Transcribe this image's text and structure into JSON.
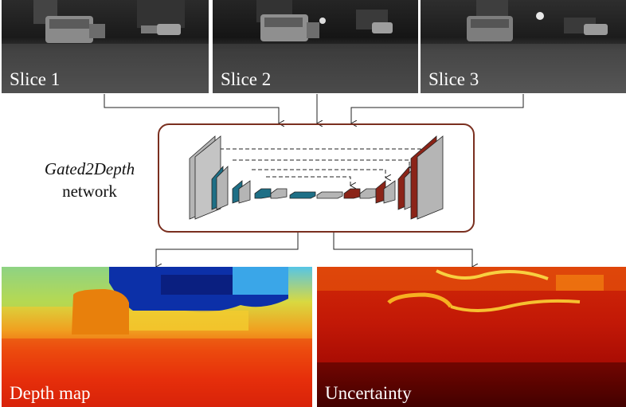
{
  "slices": [
    {
      "label": "Slice 1"
    },
    {
      "label": "Slice 2"
    },
    {
      "label": "Slice 3"
    }
  ],
  "network": {
    "name": "Gated2Depth",
    "suffix": "network"
  },
  "outputs": {
    "depth": "Depth map",
    "uncertainty": "Uncertainty"
  },
  "colors": {
    "encoder_block": "#1e6f86",
    "decoder_block": "#8b2418",
    "neutral_block": "#b5b5b5",
    "frame": "#7a2f1f"
  }
}
